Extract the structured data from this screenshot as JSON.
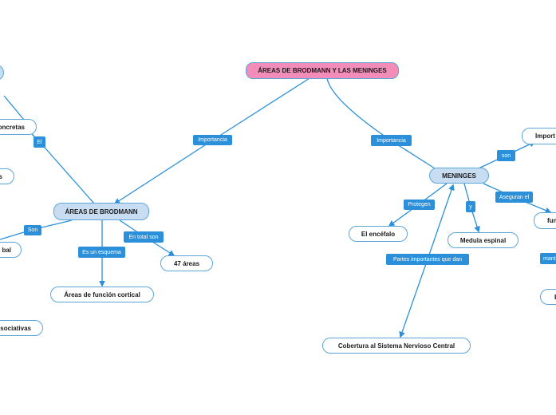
{
  "root": {
    "title": "ÁREAS DE BRODMANN Y  LAS MENINGES"
  },
  "brodmann": {
    "title": "ÁREAS DE BRODMANN",
    "link_importancia": "Importancia",
    "link_el": "El",
    "link_son": "Son",
    "link_esquema": "Es un esquema",
    "link_total": "En total son",
    "child_concretas": "oncretas",
    "child_s": "s",
    "child_bal": "bal",
    "child_funcion_cortical": "Áreas de función cortical",
    "child_47": "47 áreas",
    "child_asociativas": "sociativas"
  },
  "meninges": {
    "title": "MENINGES",
    "link_importancia": "Importancia",
    "link_son": "son",
    "link_protegen": "Protegen",
    "link_y": "y",
    "link_aseguran": "Aseguran el",
    "link_partes": "Partes importantes  que dan",
    "child_import": "Import",
    "child_encefalo": "El encéfalo",
    "child_medula": "Medula espinal",
    "child_fun": "fun",
    "child_mant": "mant",
    "child_e": "E",
    "child_cobertura": "Cobertura  al Sistema Nervioso Central"
  }
}
